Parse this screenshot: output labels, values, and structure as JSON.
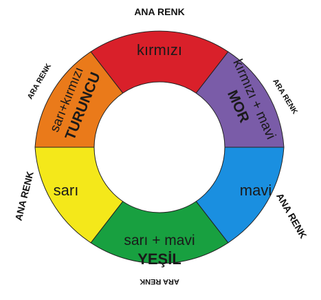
{
  "wheel": {
    "segments": [
      {
        "id": "red",
        "color": "#d9202a",
        "line1": "kırmızı",
        "line2": ""
      },
      {
        "id": "purple",
        "color": "#7a5ca8",
        "line1": "kırmızı + mavi",
        "line2": "MOR"
      },
      {
        "id": "blue",
        "color": "#1a8fe0",
        "line1": "mavi",
        "line2": ""
      },
      {
        "id": "green",
        "color": "#18a040",
        "line1": "sarı + mavi",
        "line2": "YEŞİL"
      },
      {
        "id": "yellow",
        "color": "#f4e81a",
        "line1": "sarı",
        "line2": ""
      },
      {
        "id": "orange",
        "color": "#ea7a1a",
        "line1": "sarı+kırmızı",
        "line2": "TURUNCU"
      }
    ],
    "outer_labels": {
      "top": "ANA RENK",
      "upper_right": "ARA RENK",
      "lower_right": "ANA RENK",
      "bottom": "ARA RENK",
      "left": "ANA RENK",
      "upper_left": "ARA RENK"
    }
  }
}
